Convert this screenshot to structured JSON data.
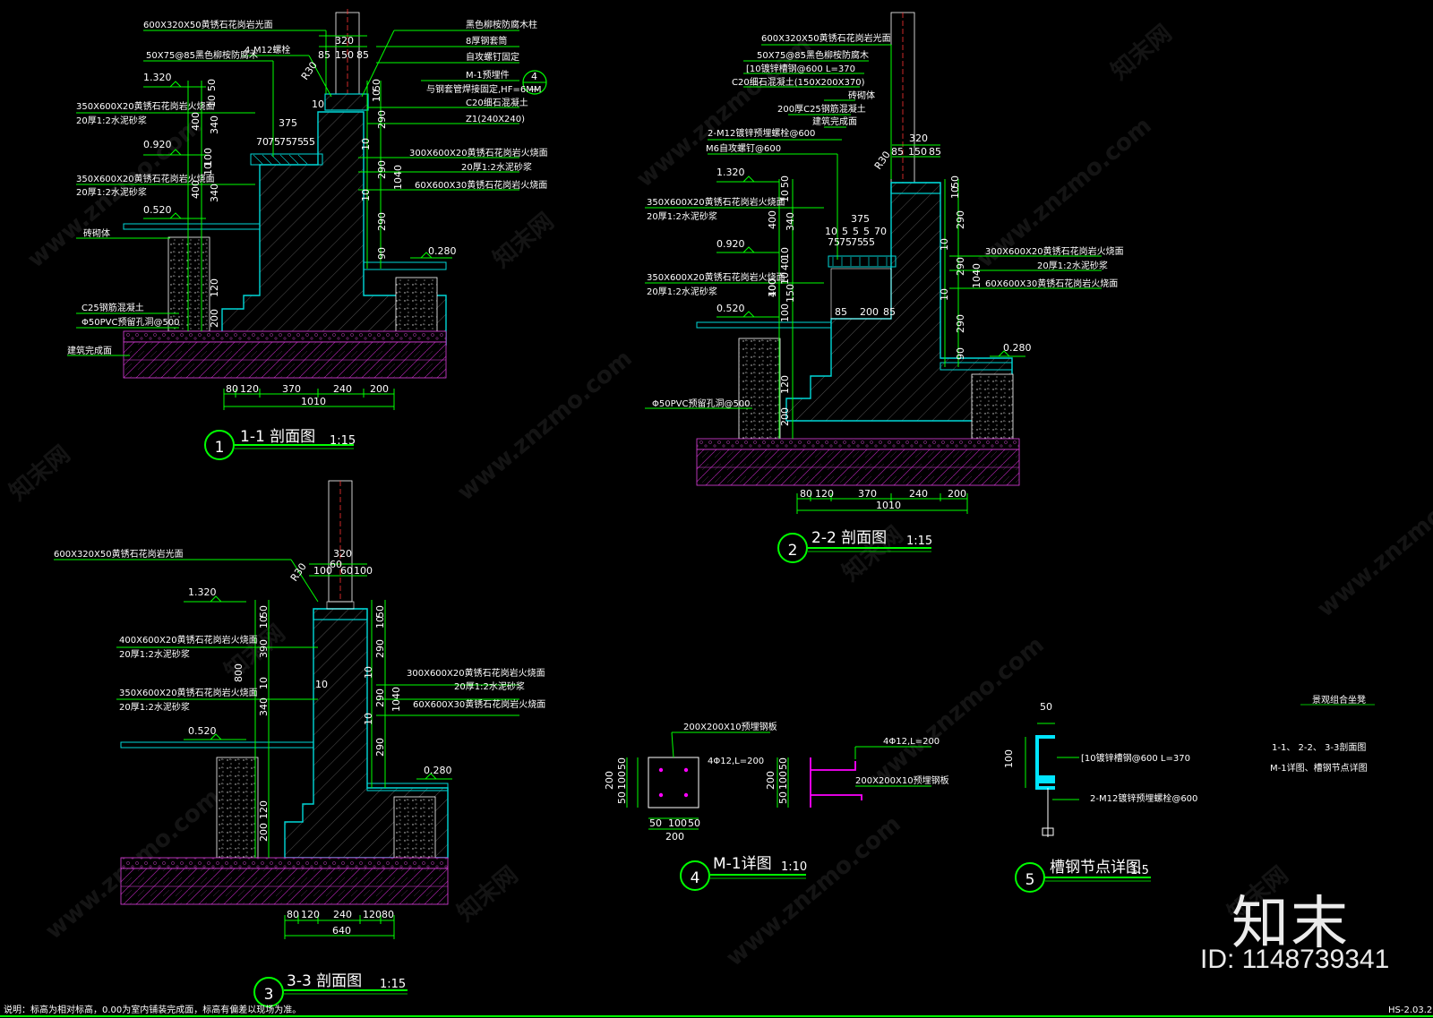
{
  "s1": {
    "labels": [
      "600X320X50黄锈石花岗岩光面",
      "50X75@85黑色柳桉防腐木",
      "4-M12螺栓",
      "350X600X20黄锈石花岗岩火烧面",
      "20厚1:2水泥砂浆",
      "350X600X20黄锈石花岗岩火烧面",
      "20厚1:2水泥砂浆",
      "砖砌体",
      "C25钢筋混凝土",
      "Φ50PVC预留孔洞@500",
      "建筑完成面",
      "黑色柳桉防腐木柱",
      "8厚钢套筒",
      "自攻螺钉固定",
      "M-1预埋件",
      "与钢套管焊接固定,HF=6MM",
      "C20细石混凝土",
      "Z1(240X240)",
      "300X600X20黄锈石花岗岩火烧面",
      "20厚1:2水泥砂浆",
      "60X600X30黄锈石花岗岩火烧面"
    ],
    "elevations": [
      "1.320",
      "0.920",
      "0.520",
      "0.280"
    ],
    "dims_bottom": [
      "80",
      "120",
      "370",
      "240",
      "200"
    ],
    "dims_total": "1010",
    "dims_top": [
      "320",
      "85",
      "150",
      "85"
    ],
    "dims_seat": [
      "375",
      "70",
      "75",
      "75",
      "75",
      "55"
    ],
    "dims_left": [
      "50",
      "10",
      "400",
      "340",
      "100",
      "10",
      "400",
      "340",
      "120",
      "200"
    ],
    "dims_right": [
      "50",
      "10",
      "290",
      "10",
      "290",
      "10",
      "290",
      "90",
      "1040"
    ],
    "misc_marks": [
      "R30",
      "10",
      "4",
      "一"
    ],
    "badge": "1",
    "title": "1-1  剖面图",
    "scale": "1:15"
  },
  "s2": {
    "labels": [
      "600X320X50黄锈石花岗岩光面",
      "50X75@85黑色柳桉防腐木",
      "[10镀锌槽钢@600 L=370",
      "C20细石混凝土(150X200X370)",
      "砖砌体",
      "200厚C25钢筋混凝土",
      "建筑完成面",
      "2-M12镀锌预埋螺栓@600",
      "M6自攻螺钉@600",
      "350X600X20黄锈石花岗岩火烧面",
      "20厚1:2水泥砂浆",
      "350X600X20黄锈石花岗岩火烧面",
      "20厚1:2水泥砂浆",
      "Φ50PVC预留孔洞@500",
      "300X600X20黄锈石花岗岩火烧面",
      "20厚1:2水泥砂浆",
      "60X600X30黄锈石花岗岩火烧面"
    ],
    "elevations": [
      "1.320",
      "0.920",
      "0.520",
      "0.280"
    ],
    "dims_bottom": [
      "80",
      "120",
      "370",
      "240",
      "200"
    ],
    "dims_total": "1010",
    "dims_top": [
      "320",
      "85",
      "150",
      "85"
    ],
    "dims_seat": [
      "375",
      "10",
      "5",
      "5",
      "5",
      "70",
      "75",
      "75",
      "75",
      "55"
    ],
    "dims_seat_low": [
      "85",
      "200",
      "85"
    ],
    "dims_left": [
      "50",
      "10",
      "400",
      "340",
      "10",
      "40",
      "100",
      "10",
      "400",
      "150",
      "100",
      "120",
      "200"
    ],
    "dims_right": [
      "50",
      "10",
      "290",
      "10",
      "290",
      "10",
      "290",
      "90",
      "1040"
    ],
    "misc_marks": [
      "R30"
    ],
    "badge": "2",
    "title": "2-2  剖面图",
    "scale": "1:15"
  },
  "s3": {
    "labels": [
      "600X320X50黄锈石花岗岩光面",
      "400X600X20黄锈石花岗岩火烧面",
      "20厚1:2水泥砂浆",
      "350X600X20黄锈石花岗岩火烧面",
      "20厚1:2水泥砂浆",
      "300X600X20黄锈石花岗岩火烧面",
      "20厚1:2水泥砂浆",
      "60X600X30黄锈石花岗岩火烧面"
    ],
    "elevations": [
      "1.320",
      "0.520",
      "0.280"
    ],
    "dims_bottom": [
      "80",
      "120",
      "240",
      "120",
      "80"
    ],
    "dims_total": "640",
    "dims_top": [
      "320",
      "100",
      "60",
      "60",
      "100"
    ],
    "dims_left": [
      "50",
      "10",
      "390",
      "800",
      "10",
      "340",
      "120",
      "200"
    ],
    "dims_right": [
      "50",
      "10",
      "290",
      "10",
      "290",
      "10",
      "290",
      "1040"
    ],
    "misc_marks": [
      "R30",
      "10"
    ],
    "badge": "3",
    "title": "3-3  剖面图",
    "scale": "1:15"
  },
  "s4": {
    "labels": [
      "200X200X10预埋钢板",
      "4Φ12,L=200",
      "4Φ12,L=200",
      "200X200X10预埋钢板"
    ],
    "dims_left": [
      "50",
      "100",
      "50",
      "200"
    ],
    "dims_bottom": [
      "50",
      "100",
      "50",
      "200"
    ],
    "dims_side": [
      "50",
      "100",
      "50",
      "200"
    ],
    "badge": "4",
    "title": "M-1详图",
    "scale": "1:10"
  },
  "s5": {
    "labels": [
      "[10镀锌槽钢@600 L=370",
      "2-M12镀锌预埋螺栓@600"
    ],
    "dims": [
      "50",
      "100"
    ],
    "badge": "5",
    "title": "槽钢节点详图",
    "scale": "1:5"
  },
  "sheet": {
    "small_note": "景观组合坐凳",
    "title_line1": "1-1、 2-2、 3-3剖面图",
    "title_line2": "M-1详图、槽钢节点详图",
    "footnote": "说明：标高为相对标高，0.00为室内铺装完成面，标高有偏差以现场为准。",
    "sheet_no": "HS-2.03.2"
  },
  "watermark": {
    "site": "www.znzmo.com",
    "cn": "知末网",
    "brand": "知末",
    "id": "ID: 1148739341"
  },
  "colors": {
    "background": "#000000",
    "linework": "#00ff00",
    "walls": "#00d8d8",
    "text": "#ffffff",
    "steel": "#ff00ff",
    "sheet_title": "#00ff66"
  }
}
